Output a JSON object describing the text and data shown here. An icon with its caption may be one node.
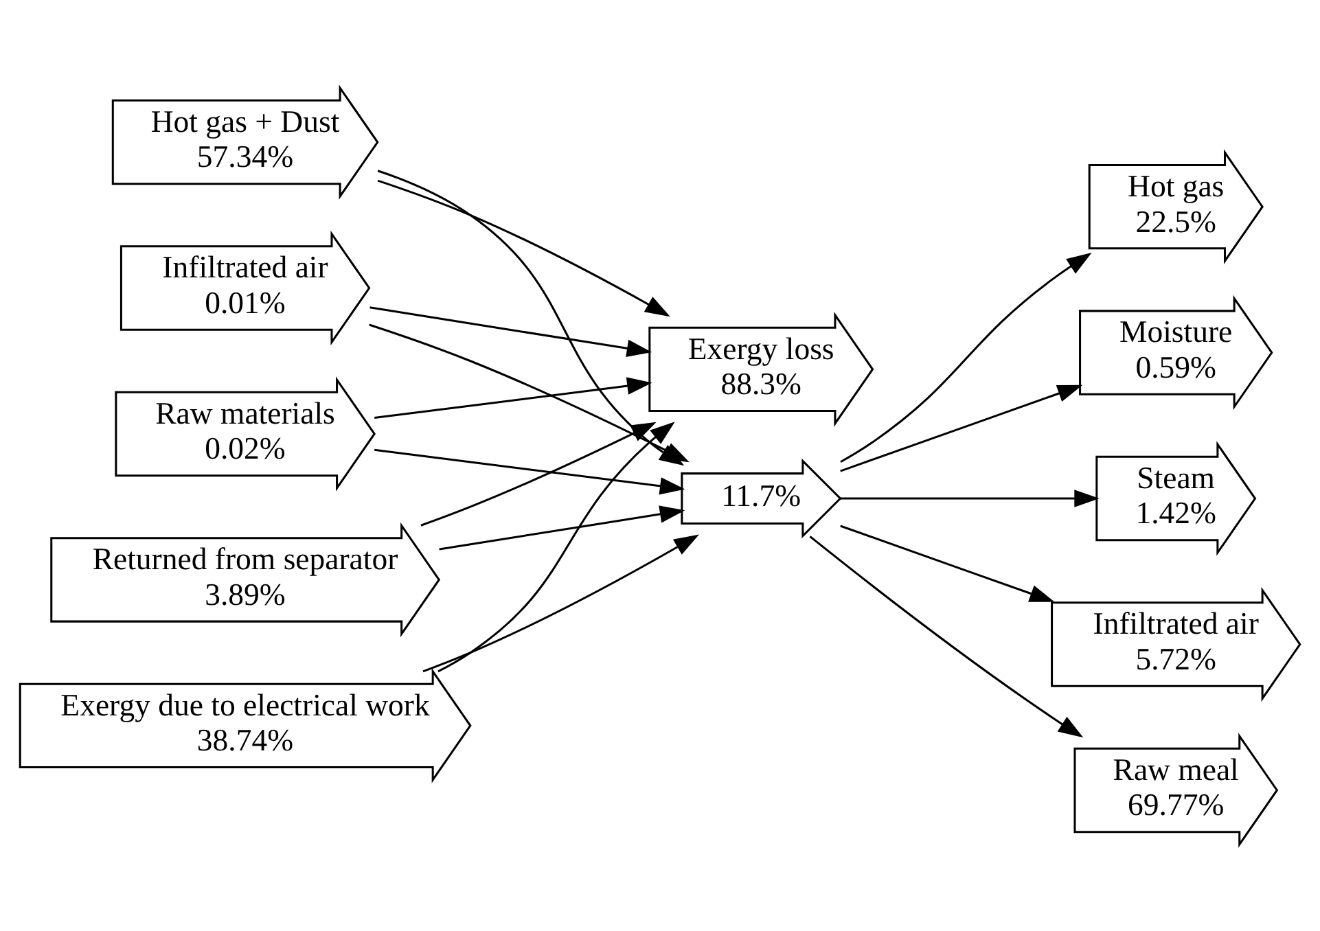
{
  "diagram": {
    "nodes": [
      {
        "text": [
          "Infiltrated air",
          "0.01%"
        ]
      },
      {
        "text": [
          "Raw materials",
          "0.02%"
        ]
      },
      {
        "text": [
          "Returned from separator",
          "3.89%"
        ]
      },
      {
        "text": [
          "Exergy due to electrical work",
          "38.74%"
        ]
      },
      {
        "text": [
          "Hot gas + Dust",
          "57.34%"
        ]
      },
      {
        "text": [
          "Exergy loss",
          "88.3%"
        ]
      },
      {
        "text": [
          "11.7%"
        ]
      },
      {
        "text": [
          "Hot gas",
          "22.5%"
        ]
      },
      {
        "text": [
          "Moisture",
          "0.59%"
        ]
      },
      {
        "text": [
          "Steam",
          "1.42%"
        ]
      },
      {
        "text": [
          "Infiltrated air",
          "5.72%"
        ]
      },
      {
        "text": [
          "Raw meal",
          "69.77%"
        ]
      }
    ],
    "edges": [
      {
        "from": 0,
        "to": 5,
        "arrow": "to"
      },
      {
        "from": 1,
        "to": 5,
        "arrow": "to"
      },
      {
        "from": 2,
        "to": 5,
        "arrow": "to"
      },
      {
        "from": 3,
        "to": 5,
        "arrow": "to"
      },
      {
        "from": 4,
        "to": 5,
        "arrow": "to"
      },
      {
        "from": 0,
        "to": 6,
        "arrow": "to"
      },
      {
        "from": 1,
        "to": 6,
        "arrow": "to"
      },
      {
        "from": 2,
        "to": 6,
        "arrow": "to"
      },
      {
        "from": 3,
        "to": 6,
        "arrow": "to"
      },
      {
        "from": 4,
        "to": 6,
        "arrow": "to"
      },
      {
        "from": 6,
        "to": 7,
        "arrow": "to"
      },
      {
        "from": 6,
        "to": 8,
        "arrow": "to"
      },
      {
        "from": 6,
        "to": 9,
        "arrow": "to"
      },
      {
        "from": 6,
        "to": 10,
        "arrow": "to"
      },
      {
        "from": 6,
        "to": 11,
        "arrow": "to"
      }
    ]
  }
}
